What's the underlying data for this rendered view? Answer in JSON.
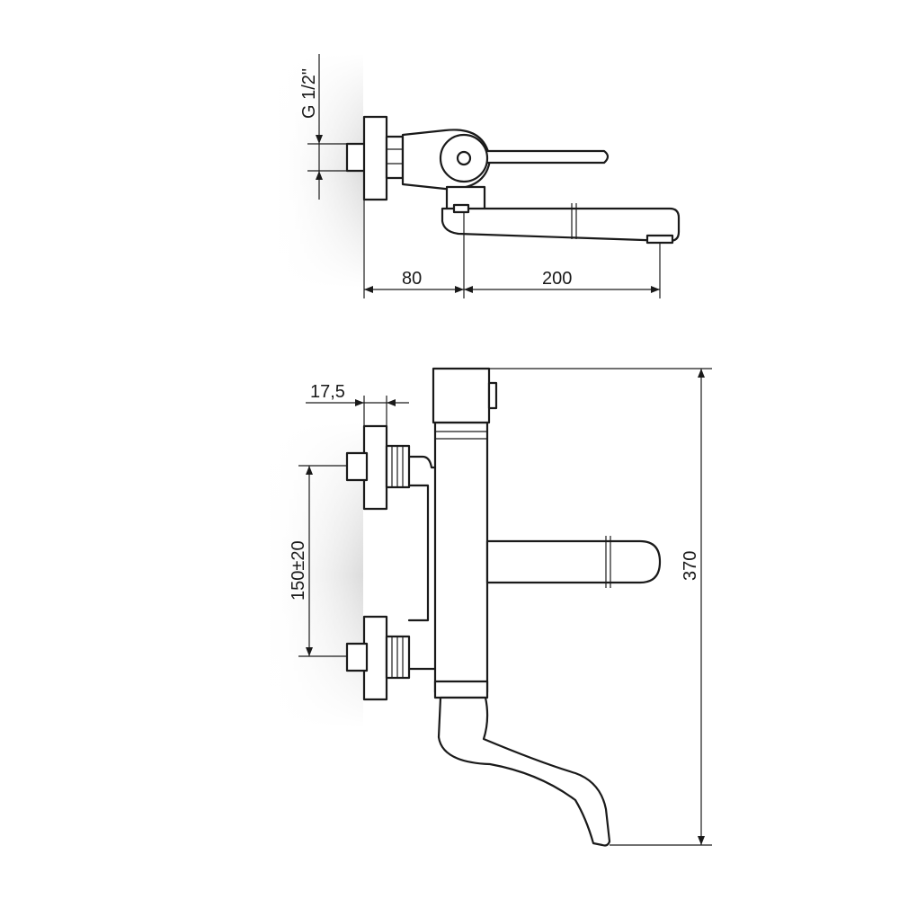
{
  "top_view": {
    "thread_label": "G 1/2\"",
    "dim_wall_to_spout": "80",
    "dim_spout_reach": "200"
  },
  "front_view": {
    "dim_flange": "17,5",
    "dim_inlet_spacing": "150±20",
    "dim_height": "370"
  },
  "colors": {
    "line": "#1a1a1a",
    "wall_shade": "#e6e6e6"
  }
}
